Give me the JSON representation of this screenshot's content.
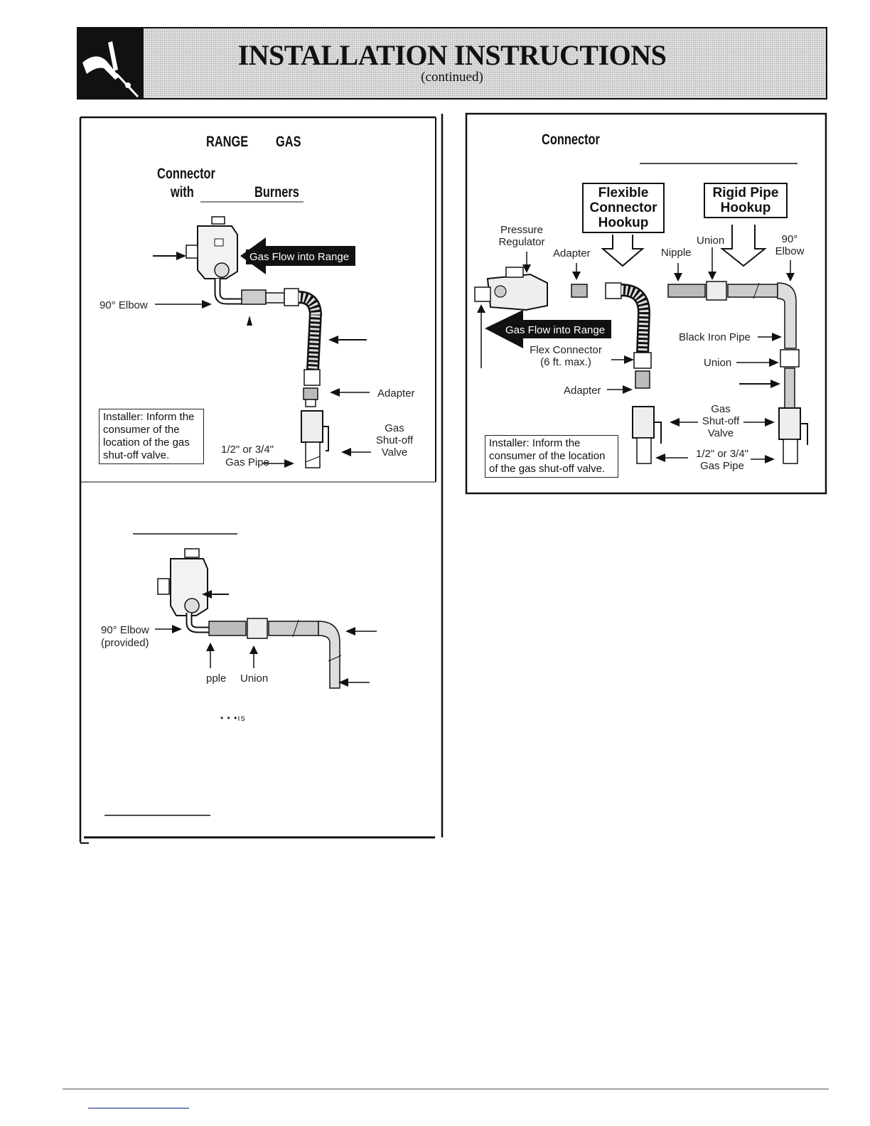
{
  "header": {
    "title": "INSTALLATION INSTRUCTIONS",
    "subtitle": "(continued)"
  },
  "left_panel": {
    "heading_range": "RANGE",
    "heading_gas": "GAS",
    "subheading_connector": "Connector",
    "subheading_with": "with",
    "subheading_burners": "Burners",
    "diagram1": {
      "flow_label": "Gas Flow into Range",
      "elbow_label": "90° Elbow",
      "adapter_label": "Adapter",
      "valve_label_1": "Gas",
      "valve_label_2": "Shut-off",
      "valve_label_3": "Valve",
      "pipe_label_1": "1/2\" or 3/4\"",
      "pipe_label_2": "Gas Pipe",
      "installer_note": "Installer: Inform the consumer of the location of the gas shut-off valve."
    },
    "diagram2": {
      "elbow_label_1": "90° Elbow",
      "elbow_label_2": "(provided)",
      "nipple_label": "pple",
      "union_label": "Union",
      "bullets": "•    •    •ıs"
    }
  },
  "right_panel": {
    "heading_connector": "Connector",
    "callout_flexible_1": "Flexible",
    "callout_flexible_2": "Connector",
    "callout_flexible_3": "Hookup",
    "callout_rigid_1": "Rigid Pipe",
    "callout_rigid_2": "Hookup",
    "pressure_label_1": "Pressure",
    "pressure_label_2": "Regulator",
    "adapter_top_label": "Adapter",
    "nipple_label": "Nipple",
    "union_top_label": "Union",
    "elbow_label_1": "90°",
    "elbow_label_2": "Elbow",
    "flow_label": "Gas Flow into Range",
    "black_iron_label": "Black Iron Pipe",
    "flex_label_1": "Flex Connector",
    "flex_label_2": "(6 ft. max.)",
    "union_mid_label": "Union",
    "adapter_bottom_label": "Adapter",
    "valve_label_1": "Gas",
    "valve_label_2": "Shut-off",
    "valve_label_3": "Valve",
    "pipe_label_1": "1/2\" or 3/4\"",
    "pipe_label_2": "Gas Pipe",
    "installer_note": "Installer: Inform the consumer of the location of the gas shut-off valve."
  }
}
